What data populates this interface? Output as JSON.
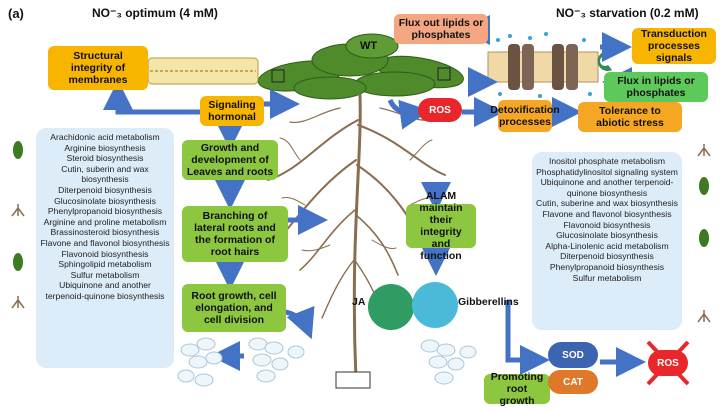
{
  "panel_label": "(a)",
  "header_left": "NO⁻₃ optimum (4 mM)",
  "header_right": "NO⁻₃ starvation (0.2 mM)",
  "wt_label": "WT",
  "boxes": {
    "structural": "Structural integrity of membranes",
    "signaling": "Signaling hormonal",
    "growth_leaves": "Growth and development of Leaves and roots",
    "branching": "Branching of lateral roots and the formation of root hairs",
    "root_growth": "Root growth, cell elongation, and cell division",
    "flux_out": "Flux out lipids or phosphates",
    "transduction": "Transduction processes signals",
    "flux_in": "Flux in lipids or phosphates",
    "ros": "ROS",
    "detox": "Detoxification processes",
    "tolerance": "Tolerance to abiotic stress",
    "alam": "ALAM maintain their integrity and function",
    "ja": "JA",
    "gibberellins": "Gibberellins",
    "promoting": "Promoting root growth",
    "sod": "SOD",
    "cat": "CAT",
    "ros_crossed": "ROS"
  },
  "left_list": [
    "Arachidonic acid metabolism",
    "Arginine biosynthesis",
    "Steroid biosynthesis",
    "Cutin, suberin and wax biosynthesis",
    "Diterpenoid biosynthesis",
    "Glucosinolate biosynthesis",
    "Phenylpropanoid biosynthesis",
    "Arginine and proline metabolism",
    "Brassinosteroid biosynthesis",
    "Flavone and flavonol biosynthesis",
    "Flavonoid biosynthesis",
    "Sphingolipid metabolism",
    "Sulfur metabolism",
    "Ubiquinone and another terpenoid-quinone biosynthesis"
  ],
  "right_list": [
    "Inositol phosphate metabolism",
    "Phosphatidylinositol signaling system",
    "Ubiquinone and another terpenoid-quinone biosynthesis",
    "Cutin, suberine and wax biosynthesis",
    "Flavone and flavonol biosynthesis",
    "Flavonoid biosynthesis",
    "Glucosinolate biosynthesis",
    "Alpha-Linolenic acid metabolism",
    "Diterpenoid biosynthesis",
    "Phenylpropanoid biosynthesis",
    "Sulfur metabolism"
  ],
  "colors": {
    "arrow": "#4472c4",
    "yellow_box": "#f7b500",
    "green_box": "#8dc63f",
    "list_bg": "#dcecf9",
    "ros_red": "#e8262b",
    "enzyme_blue": "#3d64b0",
    "enzyme_orange": "#e0782a",
    "leaf": "#4f8a2b",
    "root": "#8a6d4f"
  }
}
